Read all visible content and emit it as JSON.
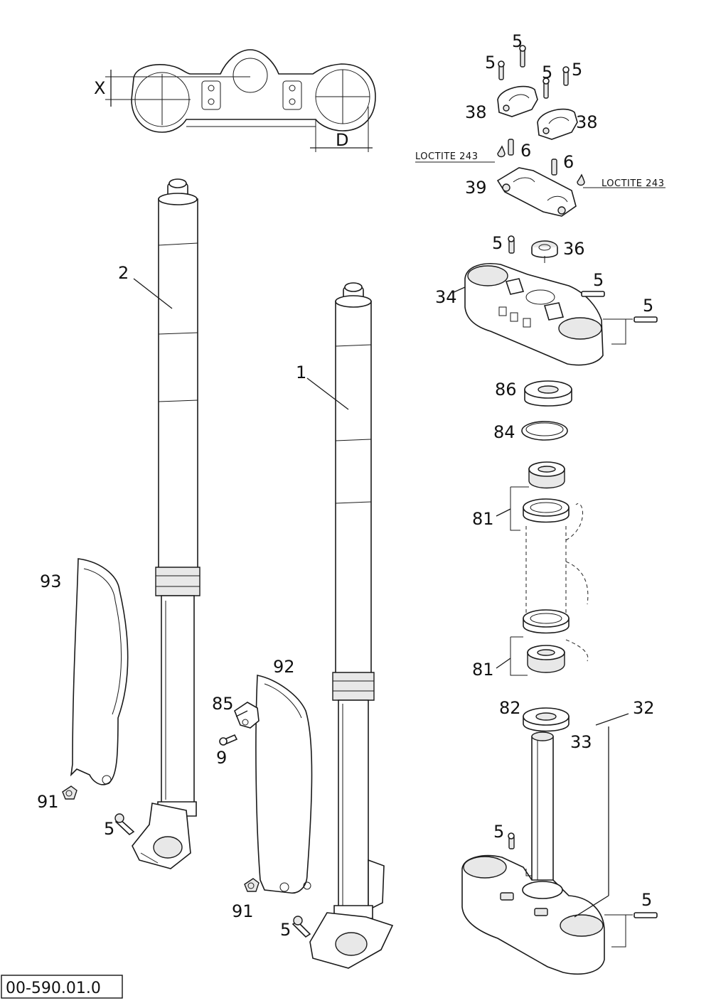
{
  "labels": {
    "c1": "1",
    "c2": "2",
    "c5a": "5",
    "c5b": "5",
    "c5c": "5",
    "c5d": "5",
    "c5e": "5",
    "c5f": "5",
    "c5g": "5",
    "c5h": "5",
    "c5i": "5",
    "c5j": "5",
    "c5k": "5",
    "c6a": "6",
    "c6b": "6",
    "c9": "9",
    "c32": "32",
    "c33": "33",
    "c34": "34",
    "c36": "36",
    "c38a": "38",
    "c38b": "38",
    "c39": "39",
    "c81a": "81",
    "c81b": "81",
    "c82": "82",
    "c84": "84",
    "c85": "85",
    "c86": "86",
    "c91a": "91",
    "c91b": "91",
    "c92": "92",
    "c93": "93",
    "dimX": "X",
    "dimD": "D"
  },
  "notes": {
    "loctite_left": "LOCTITE 243",
    "loctite_right": "LOCTITE 243"
  },
  "drawing_number": "00-590.01.0"
}
